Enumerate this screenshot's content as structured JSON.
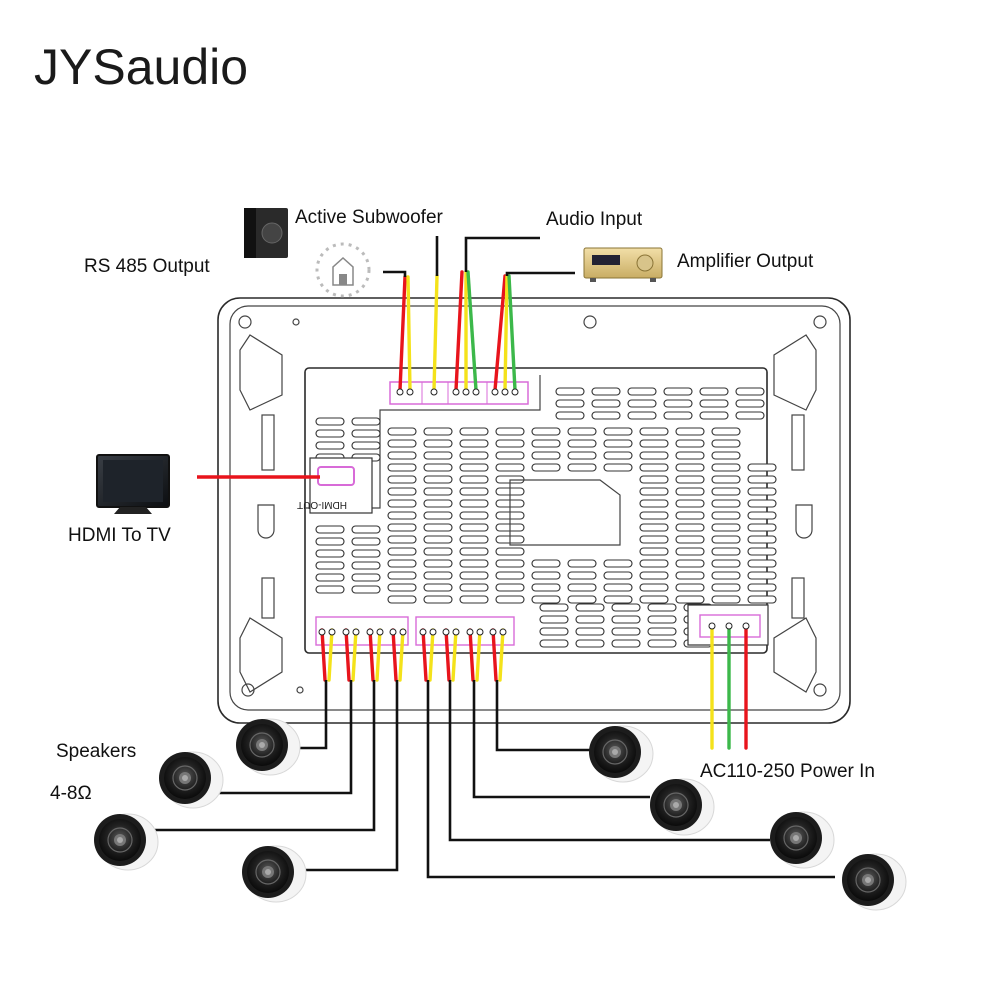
{
  "brand": {
    "logo_text": "JYSaudio"
  },
  "labels": {
    "rs485": "RS 485 Output",
    "subwoofer": "Active Subwoofer",
    "audio_input": "Audio Input",
    "amplifier": "Amplifier Output",
    "hdmi_tv": "HDMI To TV",
    "speakers": "Speakers",
    "impedance": "4-8Ω",
    "power": "AC110-250 Power In",
    "hdmi_port": "HDMI-OUT"
  },
  "colors": {
    "wire_red": "#e8141c",
    "wire_yellow": "#f4e21a",
    "wire_green": "#3cb84a",
    "wire_black": "#111111",
    "terminal_pink": "#d86bd8"
  },
  "icons": [
    "subwoofer-icon",
    "home-network-icon",
    "amplifier-icon",
    "tv-icon",
    "ceiling-speaker-icon"
  ]
}
